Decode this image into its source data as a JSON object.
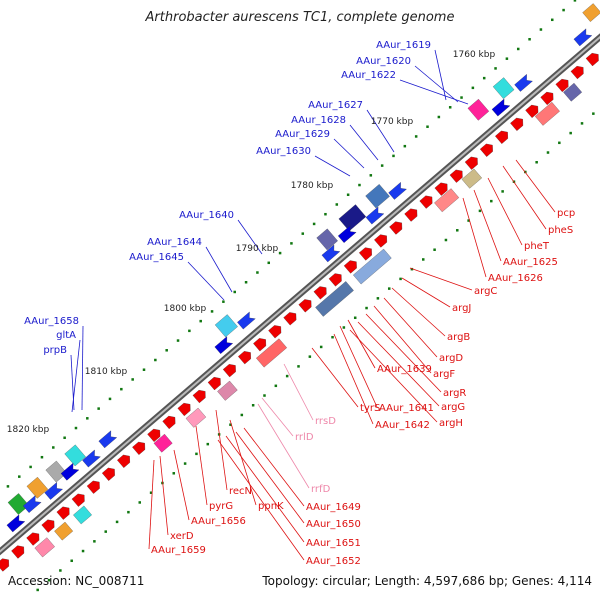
{
  "title": "Arthrobacter aurescens TC1, complete genome",
  "footer": {
    "accession": "Accession: NC_008711",
    "summary": "Topology: circular; Length: 4,597,686 bp; Genes: 4,114"
  },
  "colors": {
    "backbone": "#666666",
    "blue_label": "#1a1acc",
    "red_label": "#dd1111",
    "pink_label": "#ee88aa",
    "tick": "#117711"
  },
  "kbp_labels": [
    "1760 kbp",
    "1770 kbp",
    "1780 kbp",
    "1790 kbp",
    "1800 kbp",
    "1810 kbp",
    "1820 kbp"
  ],
  "top_labels": [
    "AAur_1619",
    "AAur_1620",
    "AAur_1622",
    "AAur_1627",
    "AAur_1628",
    "AAur_1629",
    "AAur_1630",
    "AAur_1640",
    "AAur_1644",
    "AAur_1645",
    "AAur_1658",
    "gltA",
    "prpB"
  ],
  "bottom_labels": [
    "pcp",
    "pheS",
    "pheT",
    "AAur_1625",
    "AAur_1626",
    "argC",
    "argJ",
    "argB",
    "argD",
    "AAur_1639",
    "argF",
    "argR",
    "AAur_1641",
    "argG",
    "AAur_1642",
    "argH",
    "tyrS",
    "rrsD",
    "rrlD",
    "rrfD",
    "recN",
    "ppnK",
    "pyrG",
    "AAur_1649",
    "AAur_1650",
    "AAur_1651",
    "AAur_1652",
    "AAur_1656",
    "xerD",
    "AAur_1659"
  ]
}
